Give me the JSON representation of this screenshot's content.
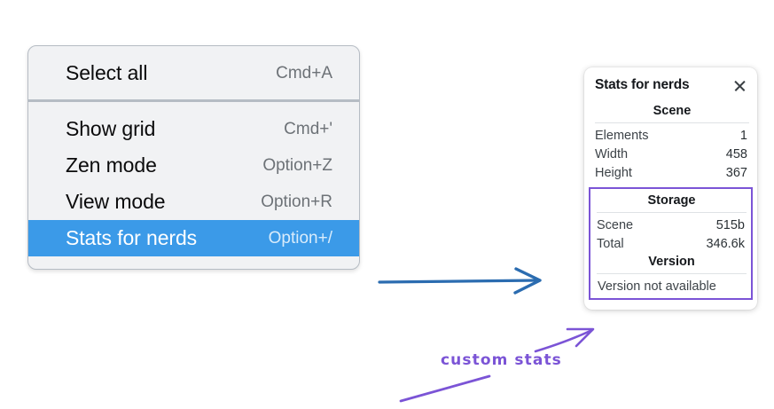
{
  "menu": {
    "groups": [
      {
        "items": [
          {
            "label": "Select all",
            "shortcut": "Cmd+A",
            "selected": false
          }
        ]
      },
      {
        "items": [
          {
            "label": "Show grid",
            "shortcut": "Cmd+'",
            "selected": false
          },
          {
            "label": "Zen mode",
            "shortcut": "Option+Z",
            "selected": false
          },
          {
            "label": "View mode",
            "shortcut": "Option+R",
            "selected": false
          },
          {
            "label": "Stats for nerds",
            "shortcut": "Option+/",
            "selected": true
          }
        ]
      }
    ],
    "highlight_color": "#3b9ae8"
  },
  "stats_panel": {
    "title": "Stats for nerds",
    "close_icon": "close-icon",
    "scene": {
      "heading": "Scene",
      "rows": [
        {
          "label": "Elements",
          "value": "1"
        },
        {
          "label": "Width",
          "value": "458"
        },
        {
          "label": "Height",
          "value": "367"
        }
      ]
    },
    "storage": {
      "heading": "Storage",
      "rows": [
        {
          "label": "Scene",
          "value": "515b"
        },
        {
          "label": "Total",
          "value": "346.6k"
        }
      ]
    },
    "version": {
      "heading": "Version",
      "text": "Version not available"
    }
  },
  "annotations": {
    "custom_stats_label": "custom stats",
    "arrow_color_blue": "#2b6cb0",
    "arrow_color_purple": "#7b54d6"
  }
}
